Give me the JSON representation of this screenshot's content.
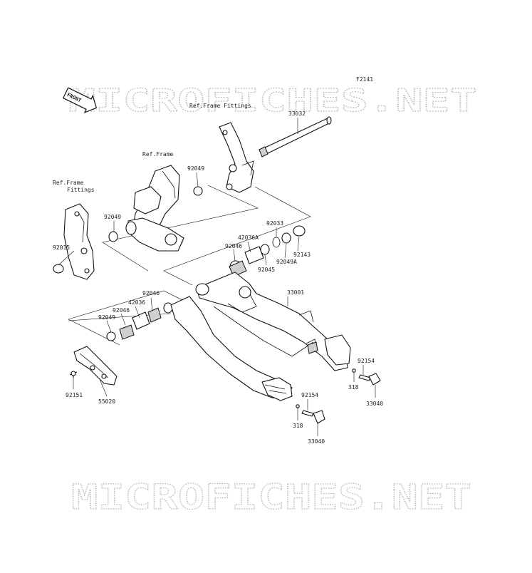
{
  "watermark": {
    "text": "MICROFICHES.NET"
  },
  "figure_code": "F2141",
  "front_label": "FRONT",
  "refs": {
    "frame_fittings_top": "Ref.Frame Fittings",
    "frame": "Ref.Frame",
    "frame_fittings_left_1": "Ref.Frame",
    "frame_fittings_left_2": "Fittings"
  },
  "callouts": {
    "p33032": "33032",
    "p92049_a": "92049",
    "p92049_b": "92049",
    "p92015": "92015",
    "p92033": "92033",
    "p42036A": "42036A",
    "p92046_a": "92046",
    "p92143": "92143",
    "p92049A": "92049A",
    "p92045": "92045",
    "p33001": "33001",
    "p92046_b": "92046",
    "p42036": "42036",
    "p92046_c": "92046",
    "p92049_c": "92049",
    "p92154_a": "92154",
    "p318_a": "318",
    "p33040_a": "33040",
    "p92151": "92151",
    "p55020": "55020",
    "p92154_b": "92154",
    "p318_b": "318",
    "p33040_b": "33040"
  }
}
